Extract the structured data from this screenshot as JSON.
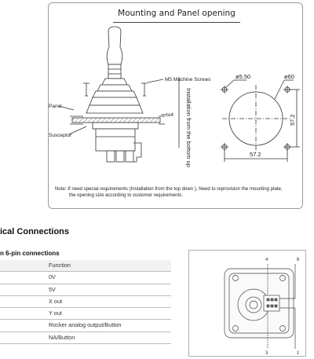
{
  "mounting": {
    "title": "Mounting and Panel opening",
    "labels": {
      "screws": "M5 Machine Screws",
      "panel": "Panel",
      "susceptor": "Susceptor",
      "thickness": "t≤4",
      "install_dir": "Installation from the bottom up",
      "hole_dia": "ø5.50",
      "opening_dia": "ø60",
      "dim_vertical": "57.2",
      "dim_horizontal": "57.2"
    },
    "note_line1": "Note: If need special requirements (Installation from the top down ), Need to reprovision the mounting plate,",
    "note_line2": "the opening size according to customer requirements."
  },
  "electrical": {
    "section_title": "ical Connections",
    "table_title": "n 6-pin connections",
    "table": {
      "header": "Function",
      "rows": [
        "0V",
        "5V",
        "X out",
        "Y out",
        "Rocker analog output/Button",
        "NA/Button"
      ]
    }
  },
  "connector": {
    "pin_top_left": "4",
    "pin_top_right": "6",
    "pin_bottom_left": "3",
    "pin_bottom_right": "1"
  }
}
